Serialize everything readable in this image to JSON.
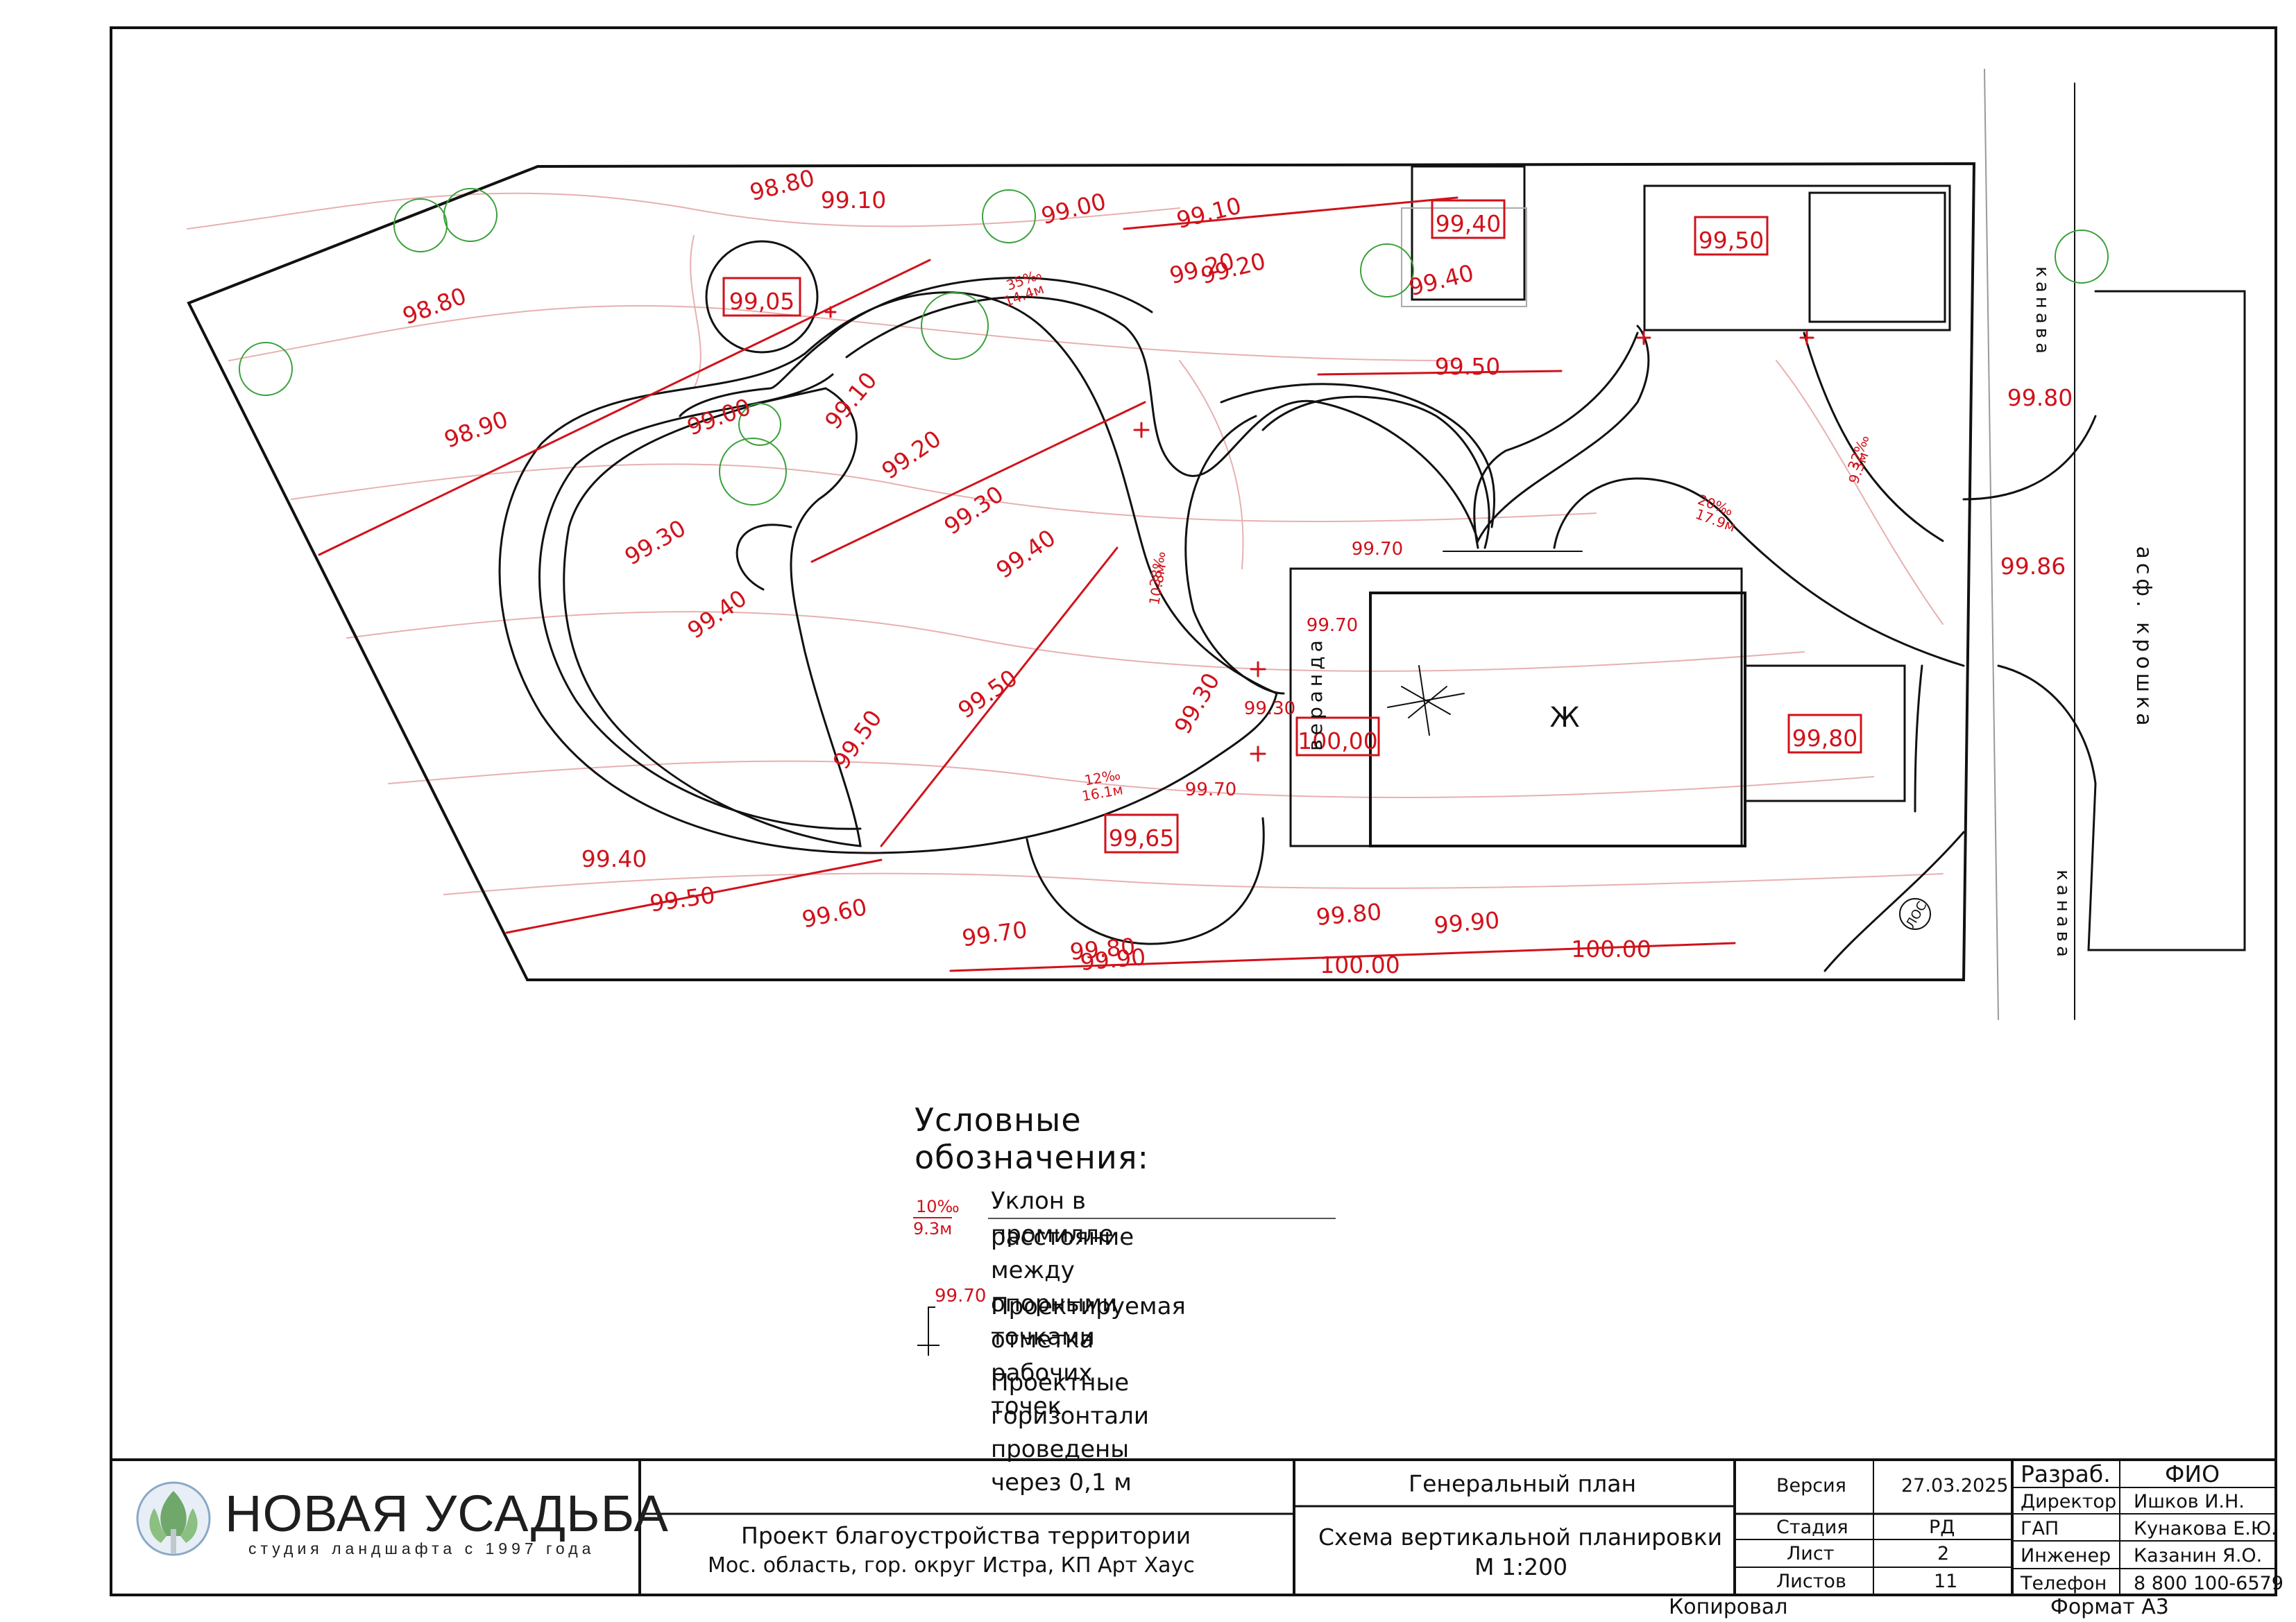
{
  "plan": {
    "elevations_red": [
      "98.80",
      "99.00",
      "99.10",
      "99.20",
      "98.80",
      "98.90",
      "99.10",
      "99.20",
      "99.30",
      "99.40",
      "99.50",
      "99.00",
      "99.10",
      "99.20",
      "99.30",
      "99.40",
      "99.50",
      "99.40",
      "99.50",
      "99.60",
      "99.70",
      "99.80",
      "99.90",
      "99.80",
      "99.90",
      "100.00",
      "100.00",
      "99.30",
      "99.40",
      "99.50",
      "99.86",
      "99.80"
    ],
    "boxed_marks": [
      "99,05",
      "99,40",
      "99,50",
      "100,00",
      "99,65",
      "99,80"
    ],
    "work_points": [
      "99.70",
      "99.70",
      "99.90",
      "99.50",
      "99.50",
      "99.70",
      "99.30"
    ],
    "slopes": [
      {
        "pct": "35‰",
        "dist": "14.4м"
      },
      {
        "pct": "28‰",
        "dist": "10.8м"
      },
      {
        "pct": "12‰",
        "dist": "16.1м"
      },
      {
        "pct": "20‰",
        "dist": "17.9м"
      },
      {
        "pct": "32‰",
        "dist": "9.3м"
      }
    ],
    "road_labels": [
      "канава",
      "асф. крошка",
      "канава"
    ],
    "building_label": "Ж",
    "veranda_label": "веранда",
    "lds_label": "ЛОС"
  },
  "legend": {
    "title": "Условные обозначения:",
    "slope_sample_pct": "10‰",
    "slope_sample_dist": "9.3м",
    "slope_text_1": "Уклон в промилле",
    "slope_text_2": "расстояние между опорными\nточками",
    "mark_sample": "99.70",
    "mark_text": "Проектируемая отметка рабочих\nточек",
    "contour_text": "Проектные горизонтали\nпроведены через 0,1 м"
  },
  "titleblock": {
    "brand_name": "НОВАЯ УСАДЬБА",
    "brand_sub": "студия ландшафта с 1997 года",
    "project_line1": "Проект благоустройства территории",
    "project_line2": "Мос. область, гор. округ Истра, КП Арт Хаус",
    "sheet_title": "Генеральный план",
    "drawing_title": "Схема вертикальной планировки",
    "scale": "М 1:200",
    "version_label": "Версия",
    "version_value": "27.03.2025",
    "stage_label": "Стадия",
    "stage_value": "РД",
    "sheet_label": "Лист",
    "sheet_value": "2",
    "sheets_label": "Листов",
    "sheets_value": "11",
    "roles": [
      {
        "role": "Разраб.",
        "name": "ФИО"
      },
      {
        "role": "Директор",
        "name": "Ишков И.Н."
      },
      {
        "role": "ГАП",
        "name": "Кунакова Е.Ю."
      },
      {
        "role": "Инженер",
        "name": "Казанин Я.О."
      },
      {
        "role": "Телефон",
        "name": "8 800 100-6579"
      }
    ]
  },
  "footer": {
    "copied": "Копировал",
    "format": "Формат А3"
  },
  "colors": {
    "line": "#111111",
    "red": "#d0121b",
    "green": "#3aa03a",
    "contour": "#e8b0b0"
  }
}
